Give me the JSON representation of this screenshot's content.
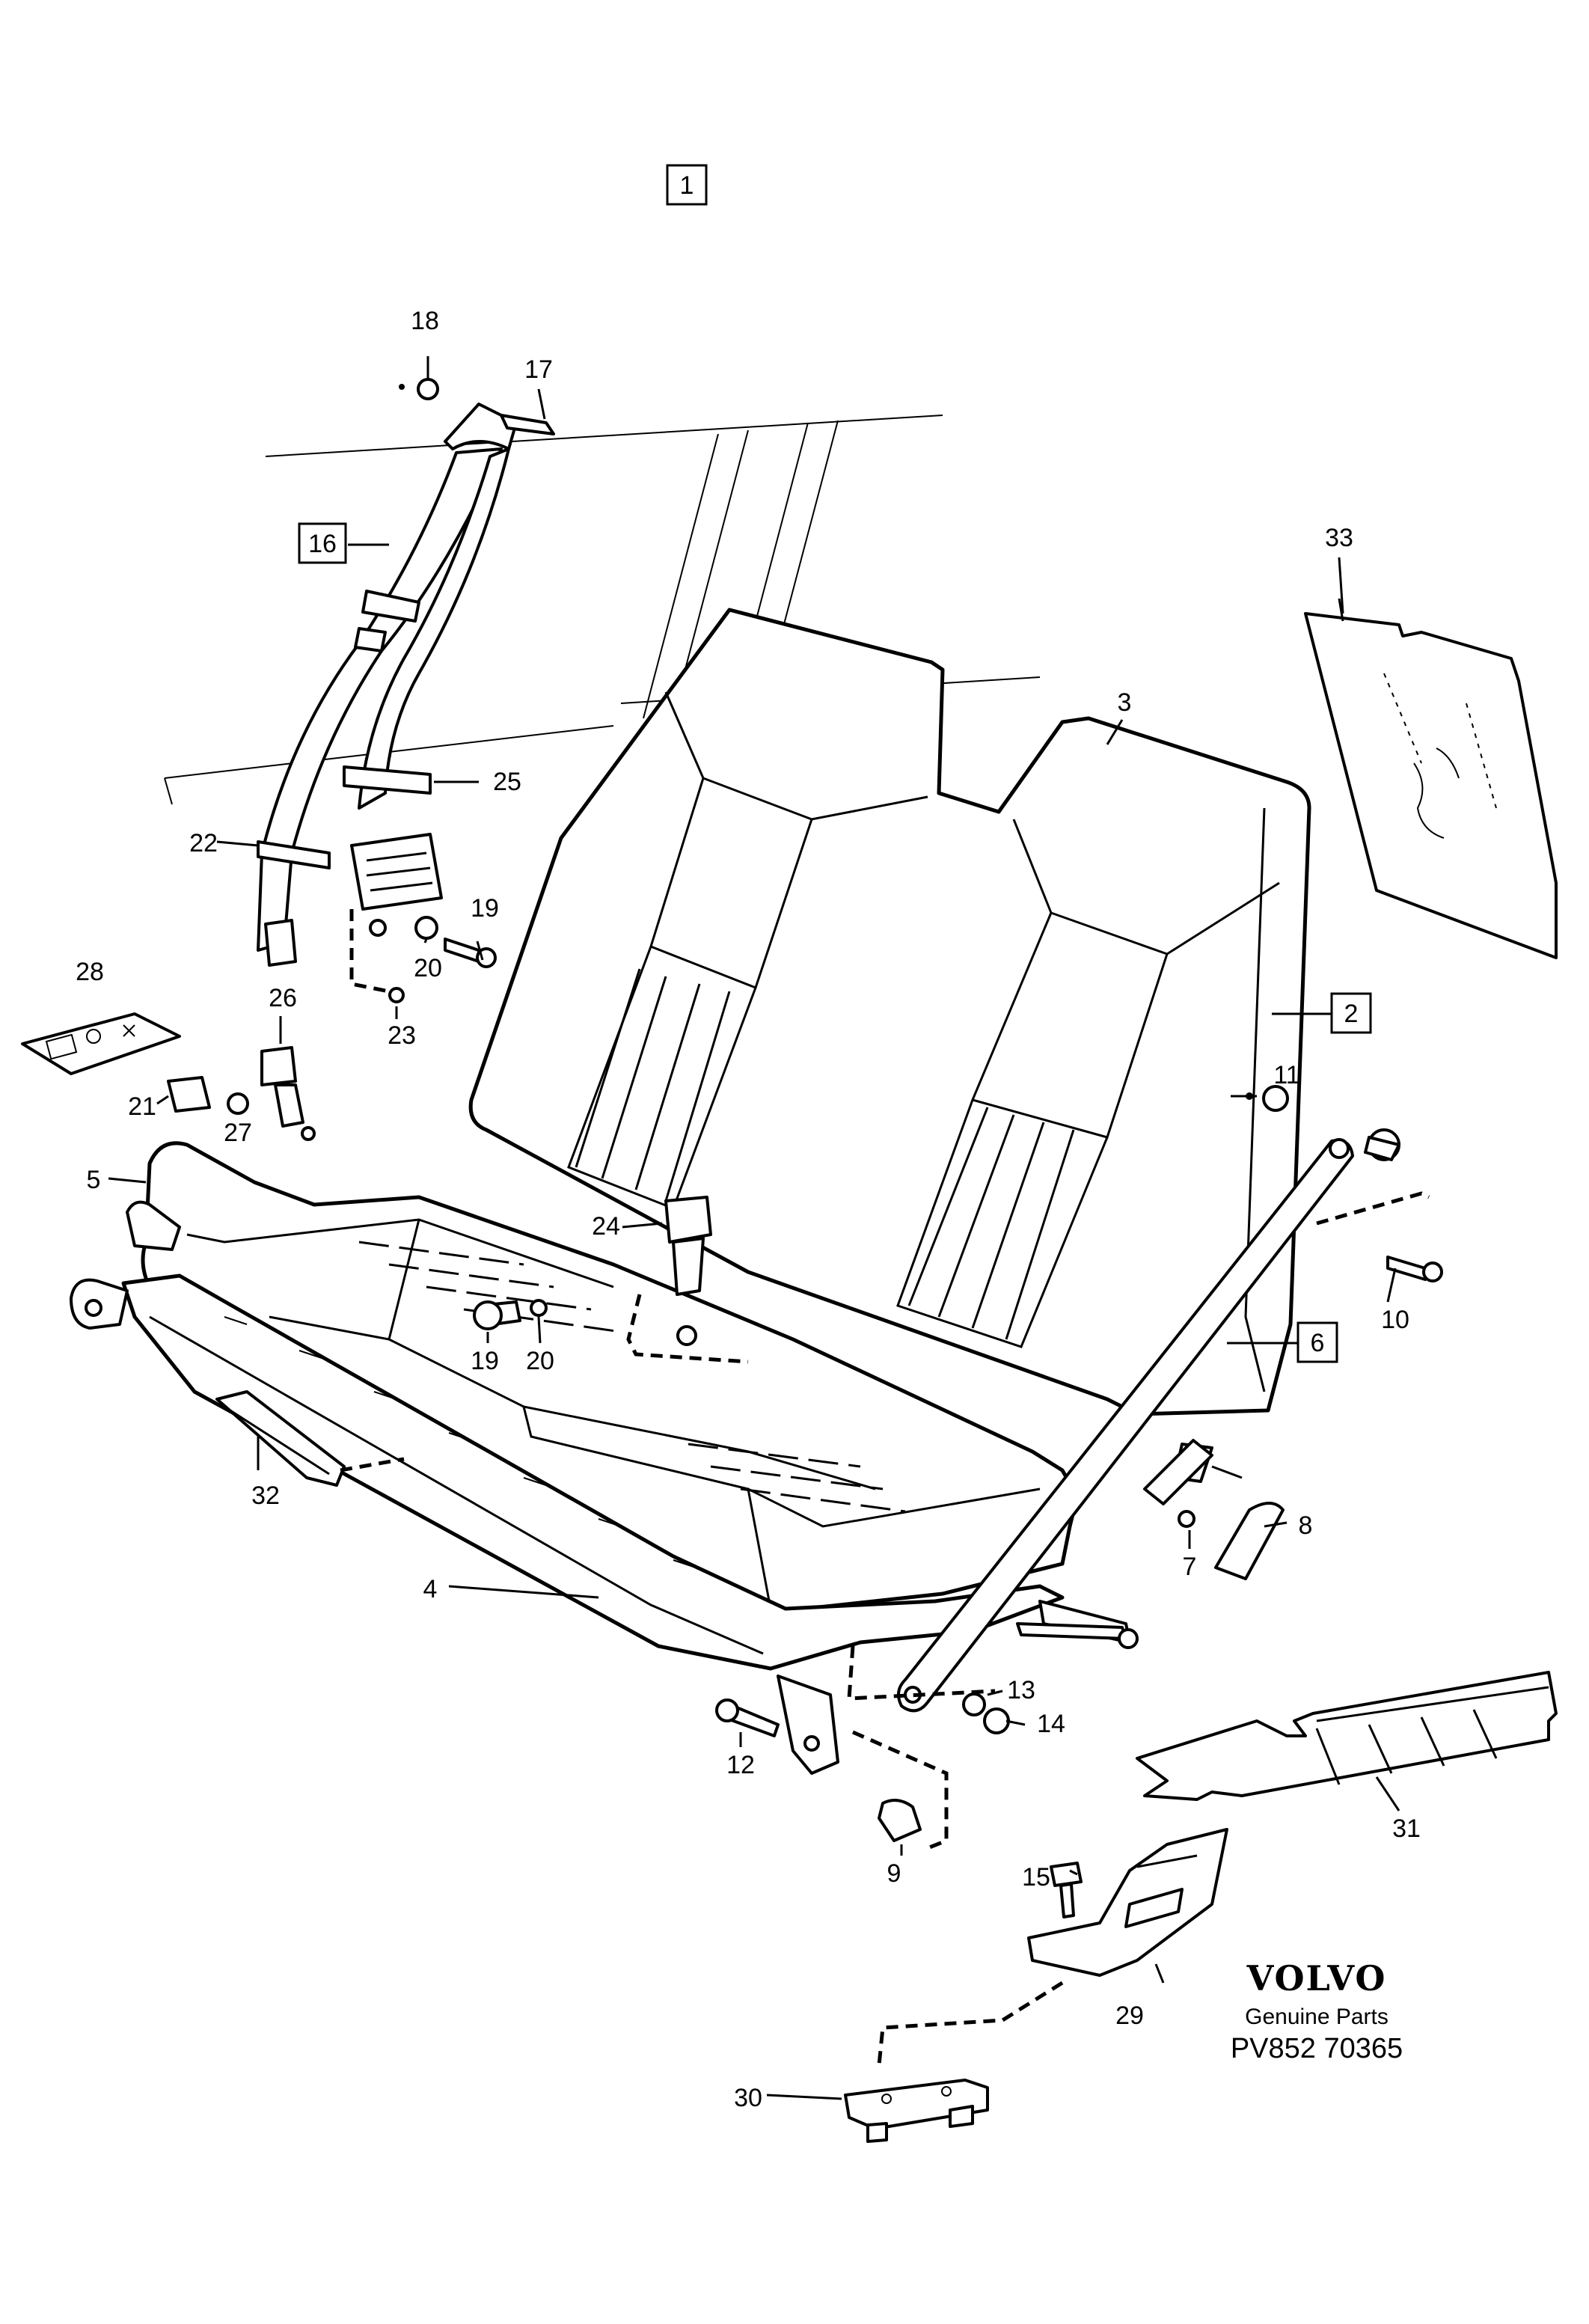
{
  "brand": {
    "logo": "VOLVO",
    "subtitle": "Genuine Parts",
    "part_number": "PV852 70365"
  },
  "callouts": [
    {
      "id": "1",
      "boxed": true
    },
    {
      "id": "2",
      "boxed": true
    },
    {
      "id": "3",
      "boxed": false
    },
    {
      "id": "4",
      "boxed": false
    },
    {
      "id": "5",
      "boxed": false
    },
    {
      "id": "6",
      "boxed": true
    },
    {
      "id": "7",
      "boxed": false
    },
    {
      "id": "8",
      "boxed": false
    },
    {
      "id": "9",
      "boxed": false
    },
    {
      "id": "10",
      "boxed": false
    },
    {
      "id": "11",
      "boxed": false
    },
    {
      "id": "12",
      "boxed": false
    },
    {
      "id": "13",
      "boxed": false
    },
    {
      "id": "14",
      "boxed": false
    },
    {
      "id": "15",
      "boxed": false
    },
    {
      "id": "16",
      "boxed": true
    },
    {
      "id": "17",
      "boxed": false
    },
    {
      "id": "18",
      "boxed": false
    },
    {
      "id": "19",
      "boxed": false
    },
    {
      "id": "19",
      "boxed": false
    },
    {
      "id": "20",
      "boxed": false
    },
    {
      "id": "20",
      "boxed": false
    },
    {
      "id": "21",
      "boxed": false
    },
    {
      "id": "22",
      "boxed": false
    },
    {
      "id": "23",
      "boxed": false
    },
    {
      "id": "24",
      "boxed": false
    },
    {
      "id": "25",
      "boxed": false
    },
    {
      "id": "26",
      "boxed": false
    },
    {
      "id": "27",
      "boxed": false
    },
    {
      "id": "28",
      "boxed": false
    },
    {
      "id": "29",
      "boxed": false
    },
    {
      "id": "30",
      "boxed": false
    },
    {
      "id": "31",
      "boxed": false
    },
    {
      "id": "32",
      "boxed": false
    },
    {
      "id": "33",
      "boxed": false
    }
  ]
}
